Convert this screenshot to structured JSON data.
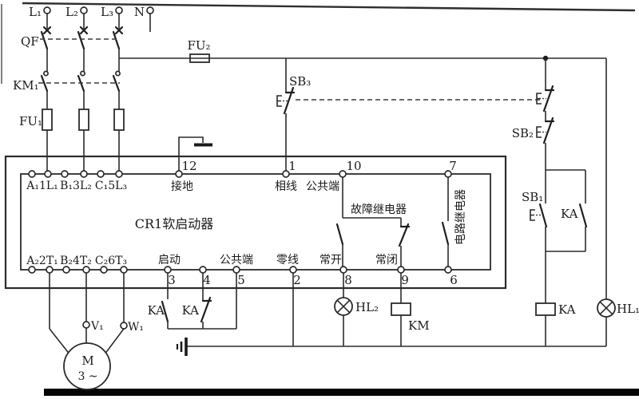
{
  "diagram": {
    "supply": {
      "l1": "L₁",
      "l2": "L₂",
      "l3": "L₃",
      "n": "N",
      "qf": "QF",
      "km1": "KM₁",
      "fu1": "FU₁",
      "fu2": "FU₂"
    },
    "starter": {
      "title": "CR1软启动器",
      "fault_relay": "故障继电器",
      "circuit_relay": "电路继电器",
      "top": {
        "n12": "12",
        "n1": "1",
        "n10": "10",
        "n7": "7",
        "ground": "接地",
        "phase": "相线",
        "common": "公共端"
      },
      "inputs": {
        "a": "A₁1L₁",
        "b": "B₁3L₂",
        "c": "C₁5L₃"
      },
      "outputs": {
        "a": "A₂2T₁",
        "b": "B₂4T₂",
        "c": "C₂6T₃"
      },
      "bottom": {
        "start": "启动",
        "common": "公共端",
        "neutral": "零线",
        "no": "常开",
        "nc": "常闭",
        "n3": "3",
        "n4": "4",
        "n5": "5",
        "n2": "2",
        "n8": "8",
        "n9": "9",
        "n6": "6"
      }
    },
    "control": {
      "sb3": "SB₃",
      "sb2": "SB₂",
      "sb1": "SB₁",
      "ka_contact": "KA",
      "ka_no": "KA",
      "ka_nc": "KA",
      "ka_coil": "KA",
      "km_coil": "KM",
      "hl1": "HL₁",
      "hl2": "HL₂"
    },
    "motor": {
      "label": "M",
      "phase": "3 ~",
      "v1": "V₁",
      "w1": "W₁"
    },
    "colors": {
      "line": "#2b2b2b",
      "background": "#ffffff"
    }
  }
}
